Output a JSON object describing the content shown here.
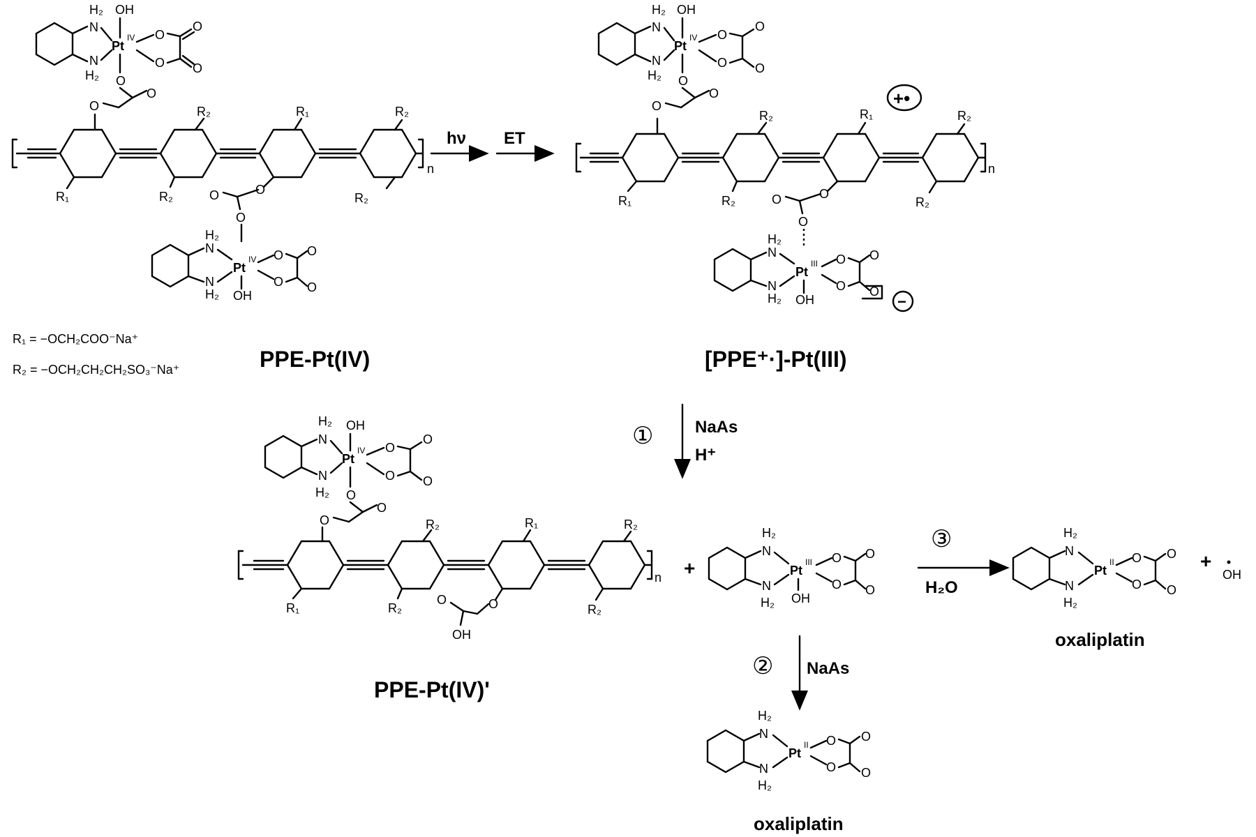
{
  "title_labels": {
    "reactant": "PPE-Pt(IV)",
    "intermediate": "[PPE⁺·]-Pt(III)",
    "product_polymer": "PPE-Pt(IV)'",
    "oxaliplatin_a": "oxaliplatin",
    "oxaliplatin_b": "oxaliplatin"
  },
  "substituents": {
    "r1_def": "R₁ = −OCH₂COO⁻Na⁺",
    "r2_def": "R₂ = −OCH₂CH₂CH₂SO₃⁻Na⁺",
    "r1": "R₁",
    "r2": "R₂",
    "n": "n"
  },
  "atoms": {
    "nh2": "NH₂",
    "h2": "H₂",
    "n": "N",
    "oh": "OH",
    "o": "O",
    "pt": "Pt",
    "ox_iv": "IV",
    "ox_iii": "III",
    "ox_ii": "II",
    "radical_cation": "+•",
    "anion": "−",
    "oh_radical": "OH",
    "plus": "+"
  },
  "arrows": {
    "hv": "hν",
    "et": "ET",
    "step1_num": "①",
    "step1_reagent": "NaAs",
    "step1_acid": "H⁺",
    "step2_num": "②",
    "step2_reagent": "NaAs",
    "step3_num": "③",
    "step3_reagent": "H₂O"
  }
}
